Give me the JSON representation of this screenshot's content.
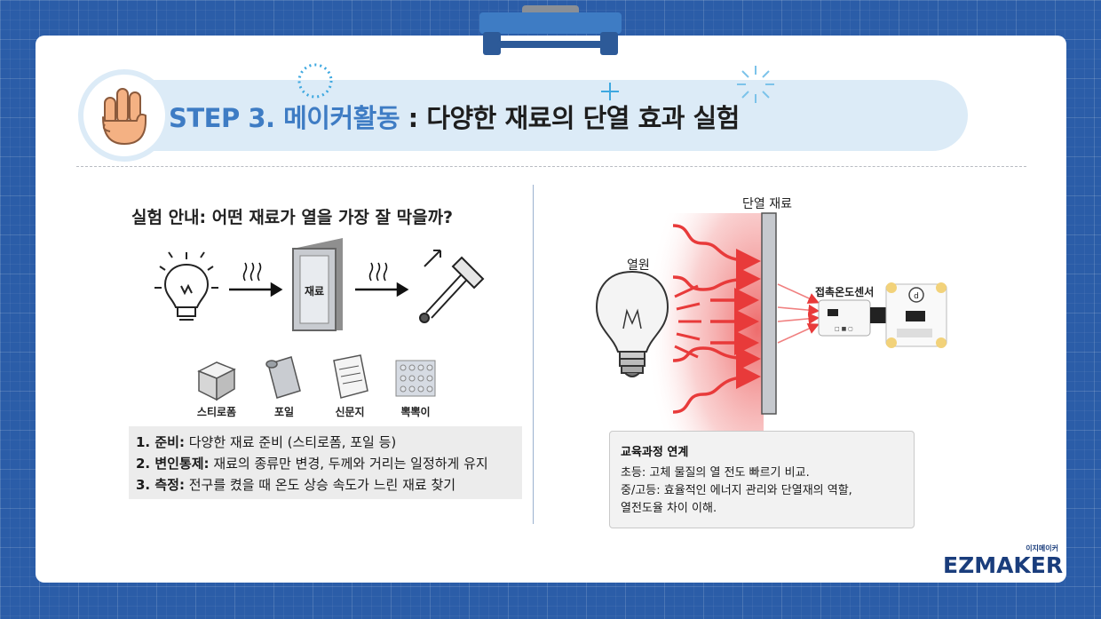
{
  "header": {
    "step_label": "STEP 3. 메이커활동",
    "title_rest": " : 다양한 재료의 단열 효과 실험"
  },
  "left": {
    "heading": "실험 안내: 어떤 재료가 열을 가장 잘 막을까?",
    "panel_label": "재료",
    "materials": [
      "스티로폼",
      "포일",
      "신문지",
      "뽁뽁이"
    ],
    "steps": [
      {
        "label": "1. 준비:",
        "text": " 다양한 재료 준비 (스티로폼, 포일 등)"
      },
      {
        "label": "2. 변인통제:",
        "text": " 재료의 종류만 변경, 두께와 거리는 일정하게 유지"
      },
      {
        "label": "3. 측정:",
        "text": " 전구를 켰을 때 온도 상승 속도가 느린 재료 찾기"
      }
    ]
  },
  "right": {
    "insulation_label": "단열 재료",
    "heat_source_label": "열원",
    "sensor_label": "접촉온도센서"
  },
  "curriculum": {
    "title": "교육과정 연계",
    "lines": [
      "초등: 고체 물질의 열 전도 빠르기 비교.",
      "중/고등: 효율적인 에너지 관리와 단열재의 역할,",
      "열전도율 차이 이해."
    ]
  },
  "logo": {
    "sub": "이지메이커",
    "main": "EZMAKER"
  },
  "colors": {
    "background": "#2b5da8",
    "accent_blue": "#3e7cc4",
    "header_pill": "#dcebf7",
    "heat_red": "#e83a3a"
  }
}
